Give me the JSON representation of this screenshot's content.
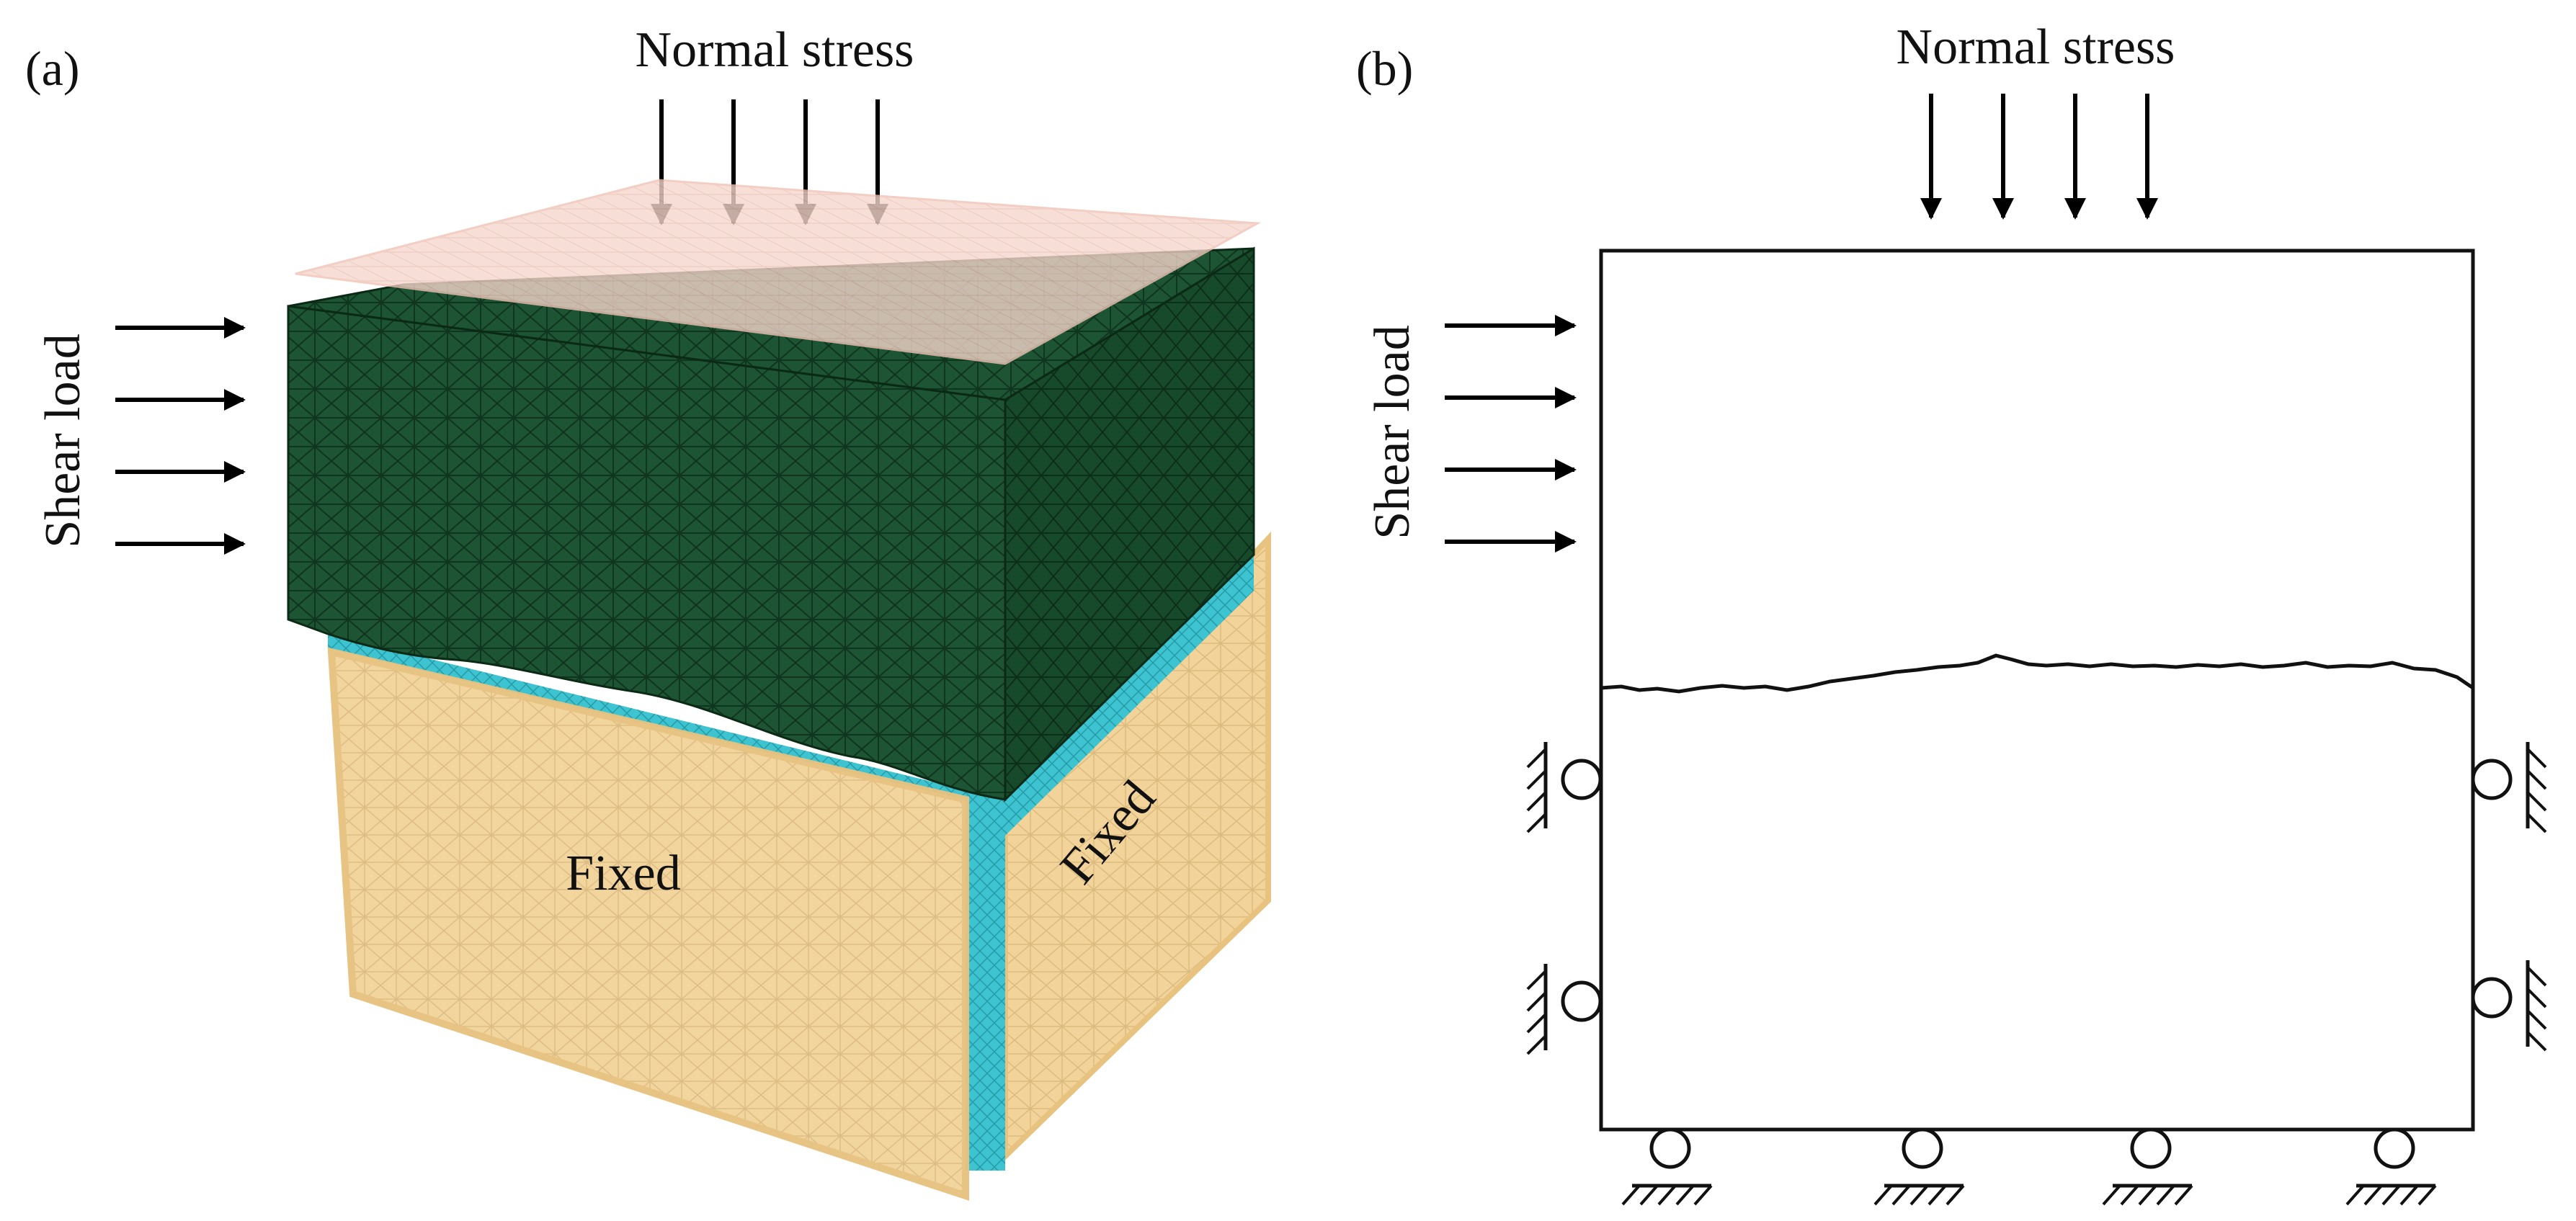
{
  "panel_a": {
    "label": "(a)",
    "normal_stress_label": "Normal stress",
    "shear_load_label": "Shear load",
    "fixed_front_label": "Fixed",
    "fixed_side_label": "Fixed",
    "normal_arrow_count": 4,
    "shear_arrow_count": 4
  },
  "panel_b": {
    "label": "(b)",
    "normal_stress_label": "Normal stress",
    "shear_load_label": "Shear load",
    "normal_arrow_count": 4,
    "shear_arrow_count": 4,
    "side_rollers_per_side": 2,
    "bottom_rollers": 4
  },
  "colors": {
    "upper_block": "#1d5433",
    "upper_block_top": "#2c6b3e",
    "upper_block_side": "#17492b",
    "mesh_line": "#0b2a16",
    "shear_layer": "#3ec3d0",
    "fixed_plate": "#f2d39a",
    "loading_plate": "#f6d6cc",
    "outline": "#111111"
  }
}
